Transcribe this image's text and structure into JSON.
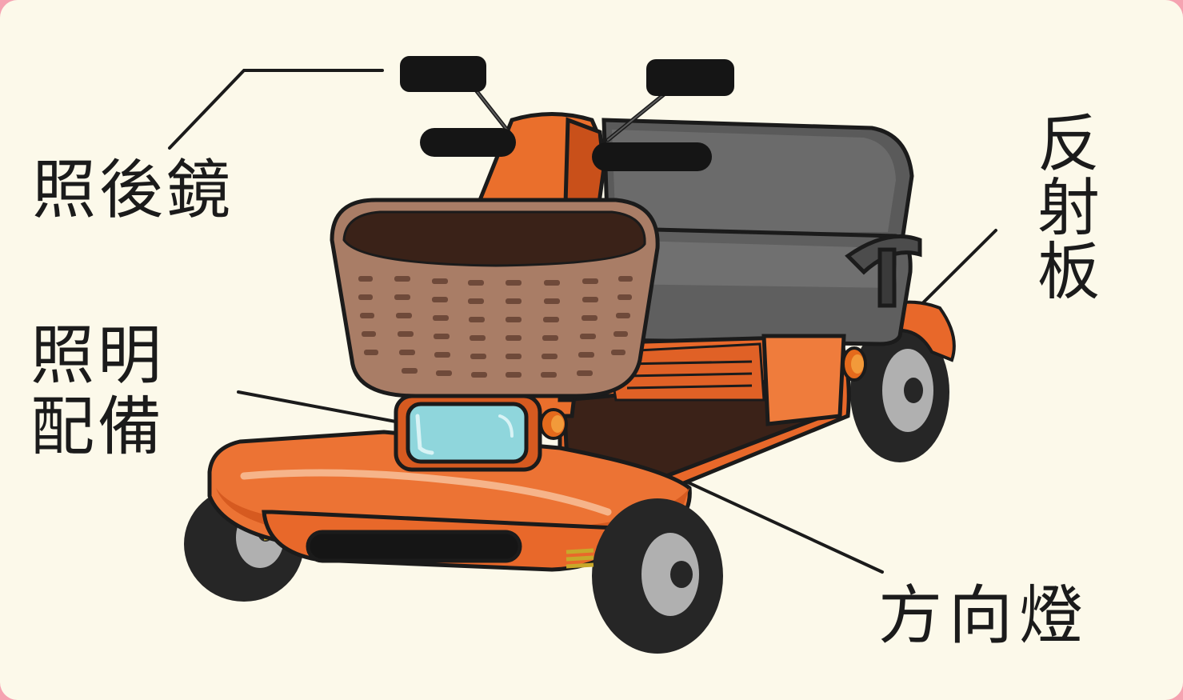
{
  "labels": {
    "mirror": "照後鏡",
    "reflector": "反射板",
    "lighting_line1": "照明",
    "lighting_line2": "配備",
    "turn_signal": "方向燈"
  },
  "colors": {
    "background": "#fcf9ea",
    "border": "#f5a3b1",
    "body_orange": "#ea6f2c",
    "body_dark_orange": "#c9501a",
    "seat_gray": "#5f5f5f",
    "basket_brown": "#a97d66",
    "tire_black": "#262626",
    "light_cyan": "#8fd6dc"
  }
}
